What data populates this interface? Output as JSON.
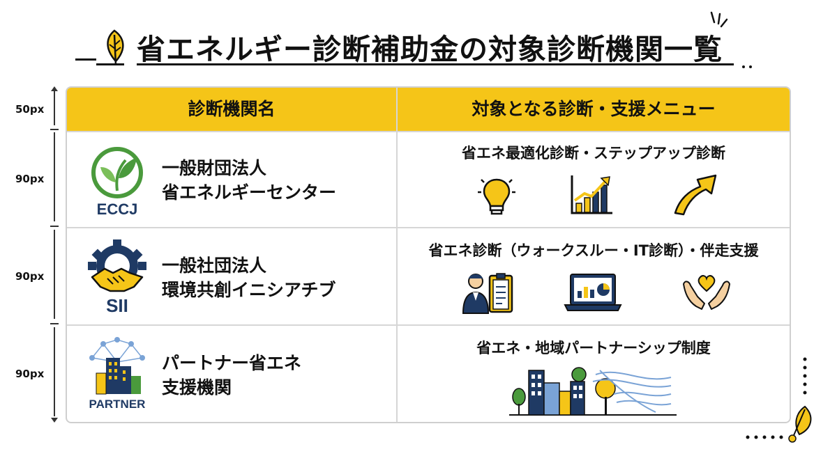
{
  "title": "省エネルギー診断補助金の対象診断機関一覧",
  "table": {
    "headers": [
      "診断機関名",
      "対象となる診断・支援メニュー"
    ],
    "rows": [
      {
        "logo_text": "ECCJ",
        "name_lines": [
          "一般財団法人",
          "省エネルギーセンター"
        ],
        "menu": "省エネ最適化診断・ステップアップ診断",
        "icons": [
          "lightbulb-icon",
          "growth-chart-icon",
          "up-arrow-icon"
        ]
      },
      {
        "logo_text": "SII",
        "name_lines": [
          "一般社団法人",
          "環境共創イニシアチブ"
        ],
        "menu": "省エネ診断（ウォークスルー・IT診断）・伴走支援",
        "icons": [
          "consultant-clipboard-icon",
          "laptop-analytics-icon",
          "hands-heart-icon"
        ]
      },
      {
        "logo_text": "PARTNER",
        "name_lines": [
          "パートナー省エネ",
          "支援機関"
        ],
        "menu": "省エネ・地域パートナーシップ制度",
        "icons": [
          "city-buildings-network-icon"
        ]
      }
    ]
  },
  "dimensions": [
    "50px",
    "90px",
    "90px",
    "90px"
  ],
  "colors": {
    "accent": "#f5c518",
    "border": "#cfcfcf",
    "navy": "#1f3a64",
    "green": "#4a9a3c"
  }
}
